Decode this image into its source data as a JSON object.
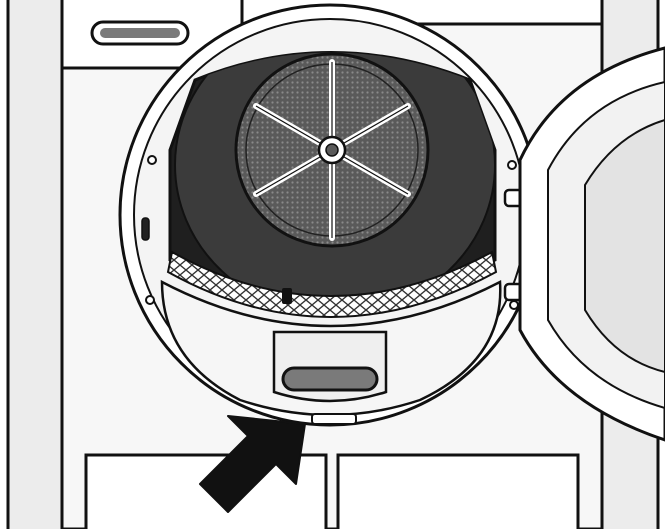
{
  "illustration": {
    "subject": "tumble-dryer-door-open",
    "parts": [
      "control-panel",
      "detergent-handle",
      "door-frame",
      "lint-filter",
      "drum-rear-grille",
      "door-seal",
      "lower-cover-handle",
      "flap-slot",
      "open-door",
      "door-hinges",
      "base-panels"
    ],
    "callout": {
      "icon": "arrow-pointer-icon",
      "target": "flap-slot"
    },
    "colors": {
      "line": "#111111",
      "panel": "#f7f7f7",
      "cabinet": "#ececec",
      "drum": "#3b3b3b",
      "drum_dark": "#1f1f1f",
      "grille": "#5a5a5a",
      "mesh": "#8a8a8a",
      "seal": "#6e6e6e",
      "handle": "#7a7a7a",
      "glass": "#e3e3e3",
      "arrow": "#111111"
    }
  }
}
